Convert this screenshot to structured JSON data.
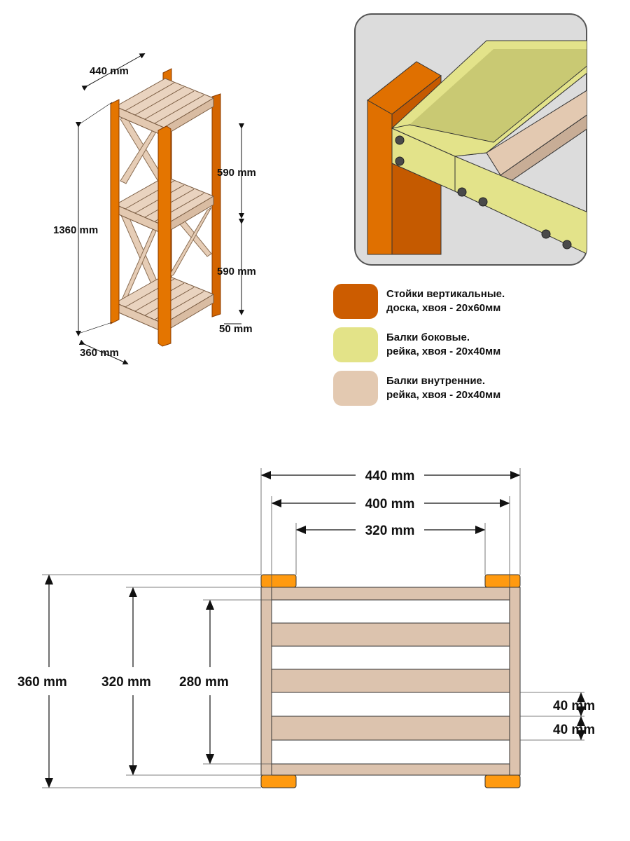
{
  "top_drawing": {
    "dims": {
      "width": "440 mm",
      "height": "1360 mm",
      "gap_upper": "590 mm",
      "gap_lower": "590 mm",
      "post": "50 mm",
      "depth": "360 mm"
    }
  },
  "legend": [
    {
      "line1": "Стойки вертикальные.",
      "line2": "доска, хвоя - 20х60мм",
      "color": "#cc5c00"
    },
    {
      "line1": "Балки боковые.",
      "line2": "рейка, хвоя - 20х40мм",
      "color": "#e3e388"
    },
    {
      "line1": "Балки внутренние.",
      "line2": "рейка, хвоя - 20х40мм",
      "color": "#e3c9b1"
    }
  ],
  "plan": {
    "dims": {
      "outer_width": "440 mm",
      "inner_width": "400 mm",
      "slat_width": "320 mm",
      "outer_depth": "360 mm",
      "mid_depth": "320 mm",
      "inner_depth": "280 mm",
      "slat_pitch": "40 mm",
      "slat_gap": "40 mm"
    }
  },
  "colors": {
    "post": "#e07000",
    "post_dark": "#c55a00",
    "side_beam": "#e3e38a",
    "inner_beam": "#dcc3ae",
    "plan_post": "#ff9a10",
    "detail_bg": "#dcdcdc"
  }
}
